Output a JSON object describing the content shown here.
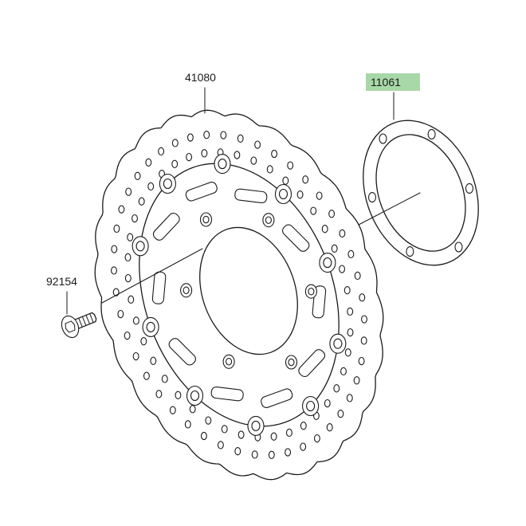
{
  "diagram": {
    "parts": [
      {
        "id": "brake-disc",
        "label": "41080",
        "highlighted": false
      },
      {
        "id": "gasket",
        "label": "11061",
        "highlighted": true
      },
      {
        "id": "bolt",
        "label": "92154",
        "highlighted": false
      }
    ],
    "colors": {
      "line": "#1a1a1a",
      "highlight_fill": "#a8d8a8",
      "background": "#ffffff"
    },
    "icons": {
      "disc": "brake-disc-drawing",
      "gasket": "gasket-ring-drawing",
      "bolt": "flange-bolt-drawing"
    }
  }
}
